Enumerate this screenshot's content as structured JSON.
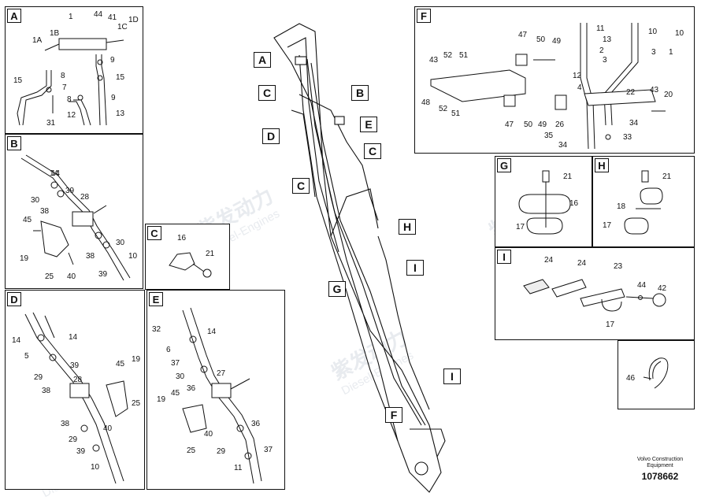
{
  "panels": {
    "A": {
      "tag": "A",
      "labels": [
        "1",
        "44",
        "41",
        "1C",
        "1D",
        "1A",
        "1B",
        "9",
        "8",
        "7",
        "15",
        "15",
        "31",
        "8",
        "9",
        "12",
        "13"
      ]
    },
    "B": {
      "tag": "B",
      "labels": [
        "14",
        "30",
        "39",
        "28",
        "38",
        "45",
        "30",
        "19",
        "38",
        "10",
        "25",
        "40",
        "39"
      ]
    },
    "C": {
      "tag": "C",
      "labels": [
        "16",
        "21"
      ]
    },
    "D": {
      "tag": "D",
      "labels": [
        "14",
        "14",
        "5",
        "39",
        "45",
        "19",
        "29",
        "28",
        "38",
        "25",
        "38",
        "40",
        "29",
        "39",
        "10"
      ]
    },
    "E": {
      "tag": "E",
      "labels": [
        "32",
        "14",
        "6",
        "37",
        "30",
        "27",
        "45",
        "36",
        "19",
        "25",
        "40",
        "36",
        "29",
        "37",
        "11"
      ]
    },
    "F": {
      "tag": "F",
      "labels": [
        "47",
        "50",
        "49",
        "11",
        "13",
        "10",
        "10",
        "52",
        "51",
        "43",
        "2",
        "3",
        "3",
        "1",
        "12",
        "48",
        "4",
        "22",
        "43",
        "20",
        "52",
        "51",
        "47",
        "50",
        "49",
        "26",
        "34",
        "35",
        "33",
        "34"
      ]
    },
    "G": {
      "tag": "G",
      "labels": [
        "21",
        "16",
        "17"
      ]
    },
    "H": {
      "tag": "H",
      "labels": [
        "21",
        "18",
        "17"
      ]
    },
    "I": {
      "tag": "I",
      "labels": [
        "24",
        "24",
        "23",
        "44",
        "42",
        "17"
      ]
    },
    "J": {
      "labels": [
        "46"
      ]
    }
  },
  "callouts": [
    "A",
    "B",
    "C",
    "E",
    "D",
    "C",
    "C",
    "H",
    "I",
    "G",
    "I",
    "F"
  ],
  "watermark": {
    "brand": "紫发动力",
    "sub": "Diesel-Engines"
  },
  "footer": {
    "credit_line1": "Volvo Construction",
    "credit_line2": "Equipment",
    "doc_number": "1078662"
  }
}
